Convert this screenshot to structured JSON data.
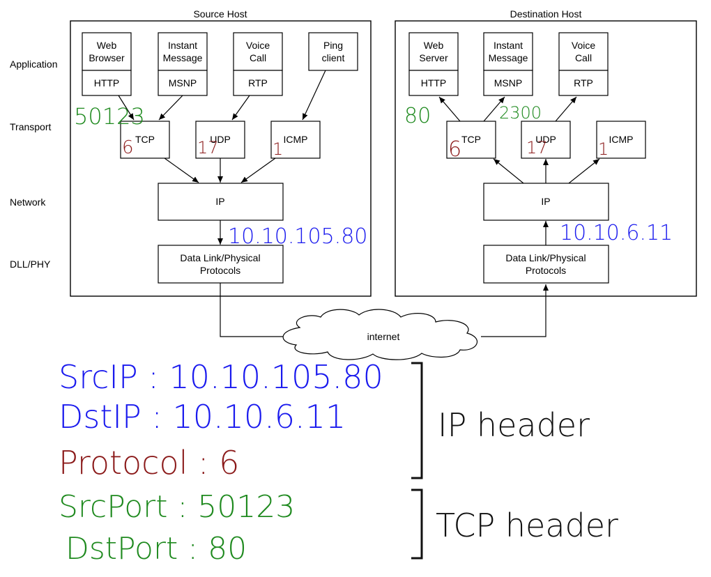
{
  "layers": {
    "application": "Application",
    "transport": "Transport",
    "network": "Network",
    "dll": "DLL/PHY"
  },
  "source": {
    "title": "Source Host",
    "apps": [
      {
        "name1": "Web",
        "name2": "Browser",
        "proto": "HTTP"
      },
      {
        "name1": "Instant",
        "name2": "Message",
        "proto": "MSNP"
      },
      {
        "name1": "Voice",
        "name2": "Call",
        "proto": "RTP"
      },
      {
        "name1": "Ping",
        "name2": "client",
        "proto": ""
      }
    ],
    "transport": [
      "TCP",
      "UDP",
      "ICMP"
    ],
    "ip": "IP",
    "dll1": "Data Link/Physical",
    "dll2": "Protocols"
  },
  "destination": {
    "title": "Destination Host",
    "apps": [
      {
        "name1": "Web",
        "name2": "Server",
        "proto": "HTTP"
      },
      {
        "name1": "Instant",
        "name2": "Message",
        "proto": "MSNP"
      },
      {
        "name1": "Voice",
        "name2": "Call",
        "proto": "RTP"
      }
    ],
    "transport": [
      "TCP",
      "UDP",
      "ICMP"
    ],
    "ip": "IP",
    "dll1": "Data Link/Physical",
    "dll2": "Protocols"
  },
  "cloud": "internet",
  "annotations": {
    "src_port": "50123",
    "dst_port": "80",
    "dst_port2": "2300",
    "proto_tcp": "6",
    "proto_udp": "17",
    "proto_icmp": "1",
    "src_ip": "10.10.105.80",
    "dst_ip": "10.10.6.11"
  },
  "header_notes": {
    "src_ip": "SrcIP : 10.10.105.80",
    "dst_ip": "DstIP : 10.10.6.11",
    "protocol": "Protocol : 6",
    "src_port": "SrcPort : 50123",
    "dst_port": "DstPort : 80",
    "ip_header": "IP header",
    "tcp_header": "TCP header"
  },
  "colors": {
    "green": "#1f8a1f",
    "red": "#8b1a1a",
    "blue": "#1a1aee"
  }
}
